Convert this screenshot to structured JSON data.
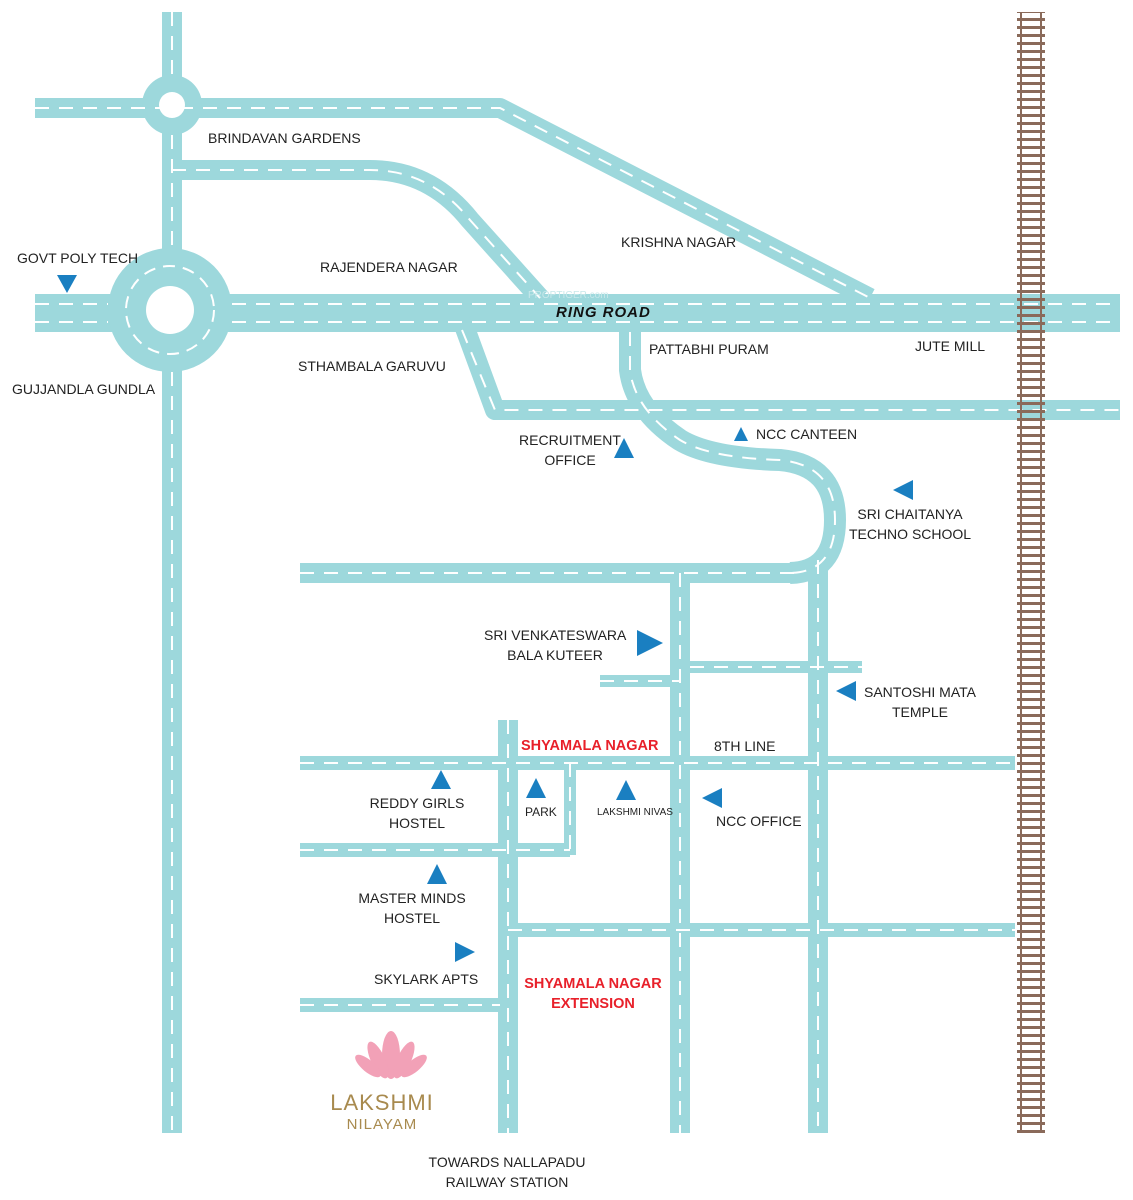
{
  "colors": {
    "road": "#9dd8dc",
    "marker": "#1a7fc1",
    "highlight": "#e8202a",
    "logo": "#a88a4e",
    "rail": "#8a6a5a"
  },
  "road_label": "RING ROAD",
  "watermark": "PROPTIGER.com",
  "labels": {
    "brindavan": "BRINDAVAN GARDENS",
    "krishna": "KRISHNA NAGAR",
    "rajendera": "RAJENDERA NAGAR",
    "govt": "GOVT POLY TECH",
    "gujjandla": "GUJJANDLA GUNDLA",
    "sthambala": "STHAMBALA GARUVU",
    "pattabhi": "PATTABHI PURAM",
    "jute": "JUTE MILL",
    "recruit1": "RECRUITMENT",
    "recruit2": "OFFICE",
    "ncc_canteen": "NCC CANTEEN",
    "chaitanya1": "SRI CHAITANYA",
    "chaitanya2": "TECHNO SCHOOL",
    "venk1": "SRI VENKATESWARA",
    "venk2": "BALA KUTEER",
    "santoshi1": "SANTOSHI MATA",
    "santoshi2": "TEMPLE",
    "shyamala": "SHYAMALA NAGAR",
    "eighth": "8TH LINE",
    "reddy1": "REDDY GIRLS",
    "reddy2": "HOSTEL",
    "park": "PARK",
    "lakshmi_nivas": "LAKSHMI NIVAS",
    "ncc_office": "NCC OFFICE",
    "master1": "MASTER MINDS",
    "master2": "HOSTEL",
    "skylark": "SKYLARK APTS",
    "ext1": "SHYAMALA NAGAR",
    "ext2": "EXTENSION",
    "towards1": "TOWARDS NALLAPADU",
    "towards2": "RAILWAY STATION"
  },
  "logo": {
    "line1": "LAKSHMI",
    "line2": "NILAYAM"
  }
}
